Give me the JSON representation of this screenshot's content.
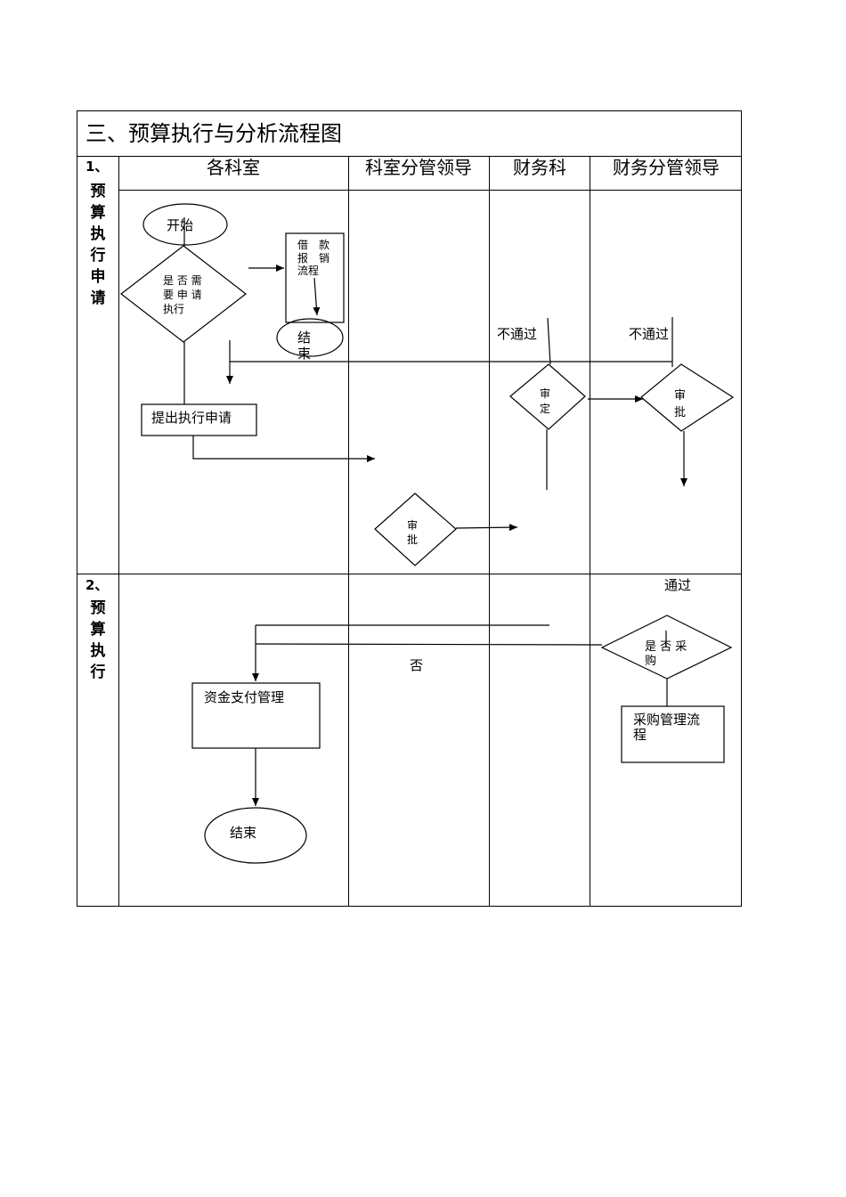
{
  "title": "三、预算执行与分析流程图",
  "lanes": [
    "各科室",
    "科室分管领导",
    "财务科",
    "财务分管领导"
  ],
  "rows": [
    {
      "label": [
        "1、",
        "预",
        "算",
        "执",
        "行",
        "申",
        "请"
      ]
    },
    {
      "label": [
        "2、",
        "预",
        "算",
        "执",
        "行"
      ]
    }
  ],
  "nodes": {
    "start": "开始",
    "need_exec": [
      "是 否 需",
      "要 申 请",
      "执行"
    ],
    "loan_flow": [
      "借　款",
      "报　销",
      "流程"
    ],
    "end_top": [
      "结",
      "束"
    ],
    "submit": "提出执行申请",
    "dept_review": [
      "审",
      "批"
    ],
    "finance_review": [
      "审",
      "定"
    ],
    "leader_review": [
      "审",
      "批"
    ],
    "purchase_q": [
      "是 否 采",
      "购"
    ],
    "purchase_flow": [
      "采购管理流",
      "程"
    ],
    "fund_mgmt": "资金支付管理",
    "end_bottom": "结束"
  },
  "edge_labels": {
    "no": "否",
    "fail_finance": "不通过",
    "fail_leader": "不通过",
    "pass": "通过"
  }
}
